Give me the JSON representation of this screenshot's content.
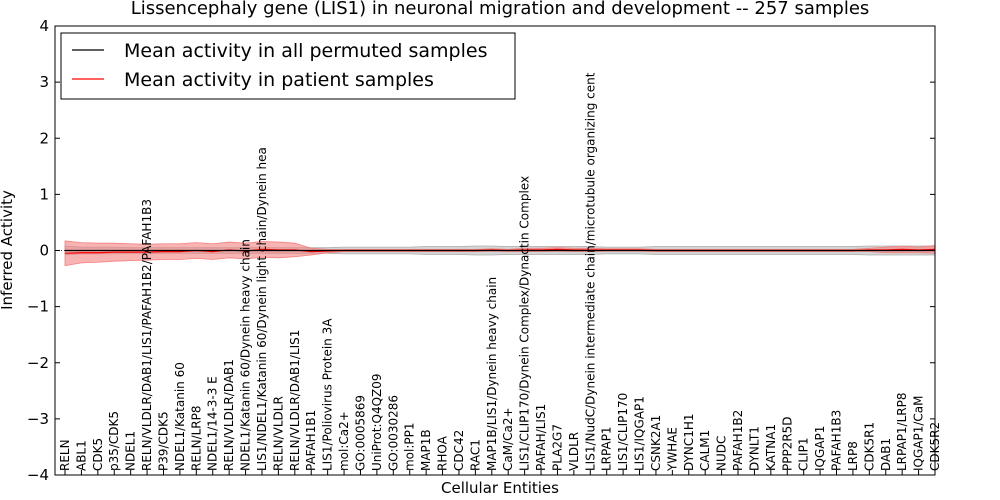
{
  "chart_data": {
    "type": "line",
    "title": "Lissencephaly gene (LIS1) in neuronal migration and development -- 257 samples",
    "xlabel": "Cellular Entities",
    "ylabel": "Inferred Activity",
    "ylim": [
      -4,
      4
    ],
    "yticks": [
      "4",
      "3",
      "2",
      "1",
      "0",
      "−1",
      "−2",
      "−3",
      "−4"
    ],
    "grid": false,
    "legend_position": "top-left",
    "categories": [
      "RELN",
      "ABL1",
      "CDK5",
      "p35/CDK5",
      "NDEL1",
      "RELN/VLDLR/DAB1/LIS1/PAFAH1B2/PAFAH1B3",
      "P39/CDK5",
      "NDEL1/Katanin 60",
      "RELN/LRP8",
      "NDEL1/14-3-3 E",
      "RELN/VLDLR/DAB1",
      "NDEL1/Katanin 60/Dynein heavy chain",
      "LIS1/NDEL1/Katanin 60/Dynein light chain/Dynein hea",
      "RELN/VLDLR",
      "RELN/VLDLR/DAB1/LIS1",
      "PAFAH1B1",
      "LIS1/Poliovirus Protein 3A",
      "mol:Ca2+",
      "GO:0005869",
      "UniProt:Q4QZ09",
      "GO:0030286",
      "mol:PP1",
      "MAP1B",
      "RHOA",
      "CDC42",
      "RAC1",
      "MAP1B/LIS1/Dynein heavy chain",
      "CaM/Ca2+",
      "LIS1/CLIP170/Dynein Complex/Dynactin Complex",
      "PAFAH/LIS1",
      "PLA2G7",
      "VLDLR",
      "LIS1/NudC/Dynein intermediate chain/microtubule organizing cent",
      "LRPAP1",
      "LIS1/CLIP170",
      "LIS1/IQGAP1",
      "CSNK2A1",
      "YWHAE",
      "DYNC1H1",
      "CALM1",
      "NUDC",
      "PAFAH1B2",
      "DYNLT1",
      "KATNA1",
      "PPP2R5D",
      "CLIP1",
      "IQGAP1",
      "PAFAH1B3",
      "LRP8",
      "CDK5R1",
      "DAB1",
      "LRPAP1/LRP8",
      "IQGAP1/CaM",
      "CDK5R2"
    ],
    "series": [
      {
        "name": "Mean activity in all permuted samples",
        "color": "#000000",
        "band_color": "#b0b0b0",
        "values": [
          0.0,
          0.0,
          0.0,
          0.0,
          0.0,
          0.0,
          0.0,
          0.0,
          0.0,
          0.0,
          0.0,
          0.0,
          0.0,
          0.0,
          0.0,
          0.0,
          0.0,
          0.0,
          0.0,
          0.0,
          0.0,
          0.0,
          0.0,
          0.0,
          0.0,
          0.0,
          0.0,
          0.0,
          0.0,
          0.0,
          0.0,
          0.0,
          0.0,
          0.0,
          0.0,
          0.0,
          0.0,
          0.0,
          0.0,
          0.0,
          0.0,
          0.0,
          0.0,
          0.0,
          0.0,
          0.0,
          0.0,
          0.0,
          0.0,
          0.0,
          0.0,
          0.0,
          0.0,
          0.0
        ],
        "band": [
          0.08,
          0.06,
          0.06,
          0.06,
          0.05,
          0.05,
          0.05,
          0.05,
          0.05,
          0.05,
          0.05,
          0.05,
          0.05,
          0.05,
          0.05,
          0.05,
          0.05,
          0.06,
          0.06,
          0.06,
          0.06,
          0.06,
          0.07,
          0.07,
          0.07,
          0.08,
          0.08,
          0.07,
          0.07,
          0.07,
          0.07,
          0.07,
          0.07,
          0.06,
          0.06,
          0.06,
          0.07,
          0.07,
          0.07,
          0.07,
          0.07,
          0.07,
          0.07,
          0.07,
          0.07,
          0.07,
          0.07,
          0.07,
          0.07,
          0.08,
          0.08,
          0.08,
          0.08,
          0.08
        ]
      },
      {
        "name": "Mean activity in patient samples",
        "color": "#ff0000",
        "band_color": "#f48080",
        "values": [
          -0.05,
          -0.04,
          -0.04,
          -0.03,
          -0.03,
          -0.03,
          -0.02,
          -0.02,
          0.0,
          -0.02,
          0.01,
          -0.01,
          0.02,
          0.01,
          0.01,
          -0.02,
          -0.01,
          0.0,
          0.0,
          0.0,
          0.0,
          0.0,
          0.0,
          0.0,
          0.0,
          0.0,
          0.01,
          0.0,
          0.01,
          0.01,
          0.02,
          0.01,
          0.01,
          0.01,
          0.01,
          0.01,
          0.0,
          0.0,
          0.0,
          0.0,
          0.0,
          0.0,
          0.0,
          0.0,
          0.0,
          0.0,
          0.0,
          0.0,
          0.0,
          0.01,
          0.01,
          0.02,
          0.01,
          0.02
        ],
        "band": [
          0.22,
          0.18,
          0.17,
          0.16,
          0.15,
          0.14,
          0.14,
          0.14,
          0.14,
          0.14,
          0.14,
          0.14,
          0.14,
          0.14,
          0.12,
          0.06,
          0.03,
          0.02,
          0.02,
          0.02,
          0.02,
          0.02,
          0.02,
          0.02,
          0.02,
          0.02,
          0.02,
          0.02,
          0.03,
          0.03,
          0.03,
          0.03,
          0.03,
          0.02,
          0.02,
          0.02,
          0.02,
          0.02,
          0.02,
          0.02,
          0.02,
          0.02,
          0.02,
          0.02,
          0.02,
          0.02,
          0.02,
          0.02,
          0.02,
          0.03,
          0.05,
          0.06,
          0.05,
          0.07
        ]
      }
    ]
  }
}
